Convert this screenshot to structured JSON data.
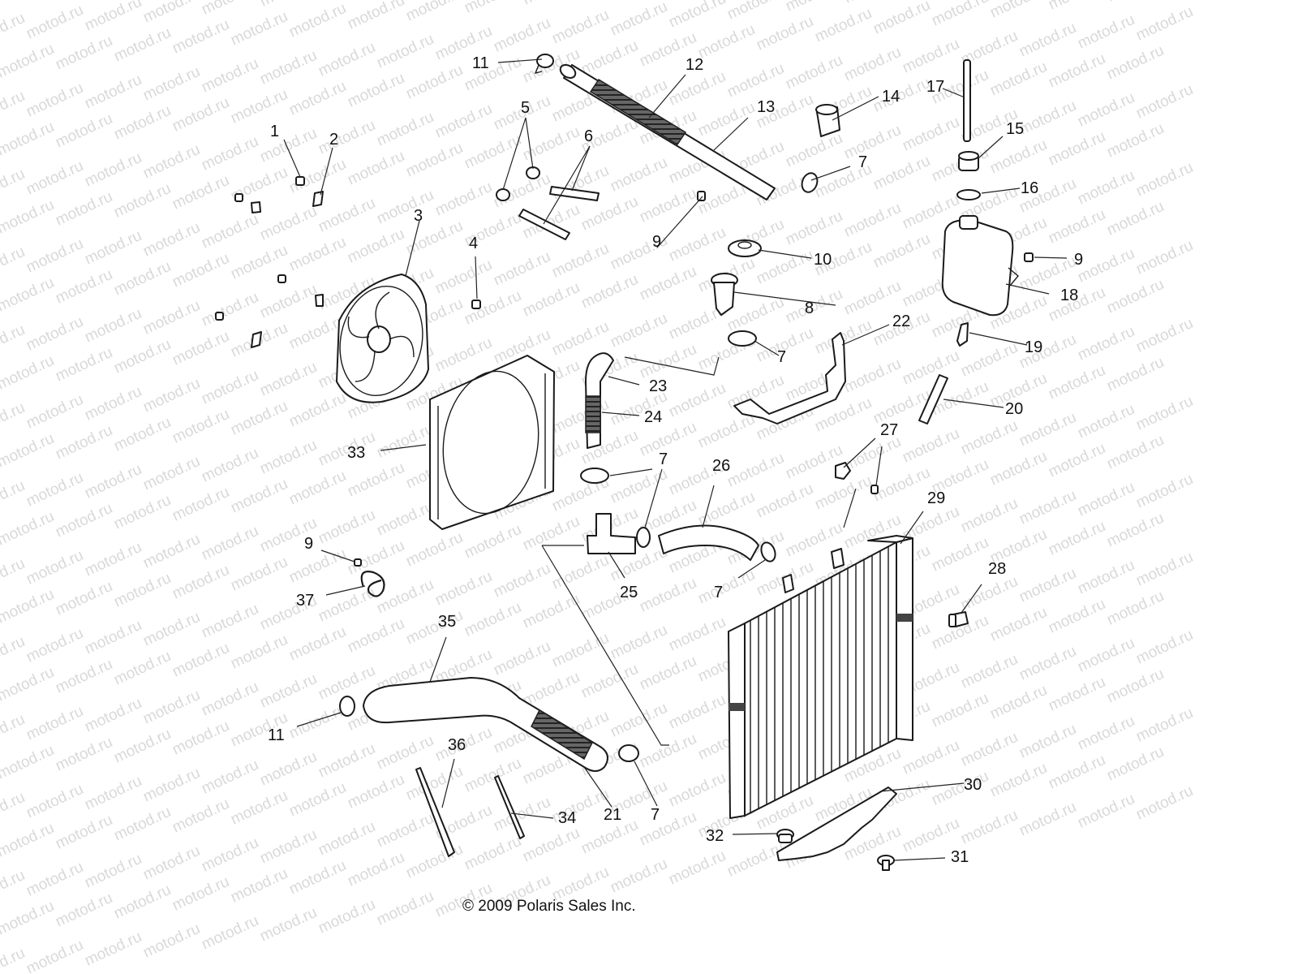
{
  "watermark": "motod.ru",
  "copyright": "© 2009 Polaris Sales Inc.",
  "callouts": [
    "1",
    "2",
    "3",
    "4",
    "5",
    "6",
    "7",
    "8",
    "9",
    "10",
    "11",
    "12",
    "13",
    "14",
    "15",
    "16",
    "17",
    "18",
    "19",
    "20",
    "21",
    "22",
    "23",
    "24",
    "25",
    "26",
    "27",
    "28",
    "29",
    "30",
    "31",
    "32",
    "33",
    "34",
    "35",
    "36",
    "37"
  ]
}
